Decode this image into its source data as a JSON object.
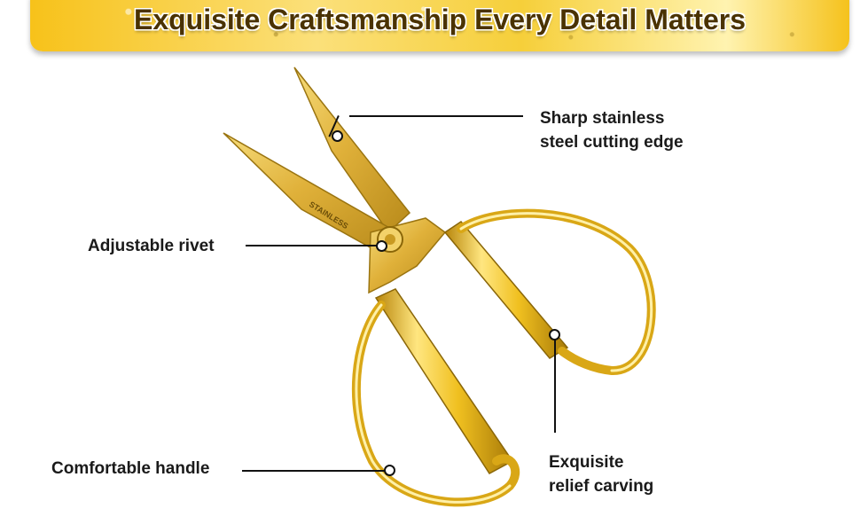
{
  "banner": {
    "title": "Exquisite Craftsmanship Every Detail Matters"
  },
  "blade_engraving": "STAINLESS",
  "callouts": {
    "blade": {
      "line1": "Sharp stainless",
      "line2": "steel cutting edge"
    },
    "rivet": {
      "text": "Adjustable rivet"
    },
    "handle": {
      "text": "Comfortable handle"
    },
    "carving": {
      "line1": "Exquisite",
      "line2": "relief carving"
    }
  },
  "colors": {
    "gold": "#e4b81c",
    "gold_light": "#fbe89a",
    "gold_dark": "#a87a08",
    "text": "#1a1a1a"
  }
}
